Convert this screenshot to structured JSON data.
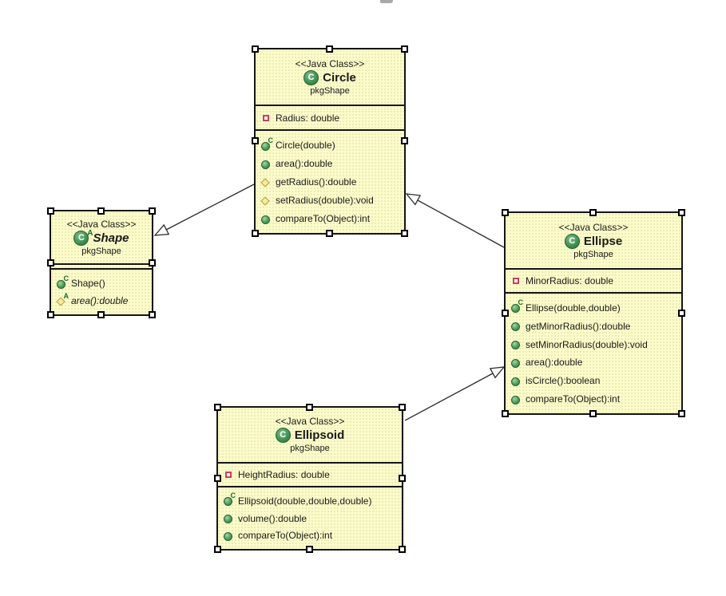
{
  "diagram": {
    "classes": [
      {
        "id": "circle",
        "stereotype": "<<Java Class>>",
        "name": "Circle",
        "package": "pkgShape",
        "abstract": false,
        "attributes": [
          {
            "icon": "private-field-icon",
            "text": "Radius: double"
          }
        ],
        "methods": [
          {
            "icon": "constructor-icon",
            "text": "Circle(double)"
          },
          {
            "icon": "public-method-icon",
            "text": "area():double"
          },
          {
            "icon": "protected-method-icon",
            "text": "getRadius():double"
          },
          {
            "icon": "protected-method-icon",
            "text": "setRadius(double):void"
          },
          {
            "icon": "public-method-icon",
            "text": "compareTo(Object):int"
          }
        ]
      },
      {
        "id": "shape",
        "stereotype": "<<Java Class>>",
        "name": "Shape",
        "package": "pkgShape",
        "abstract": true,
        "attributes": [],
        "methods": [
          {
            "icon": "constructor-icon",
            "text": "Shape()"
          },
          {
            "icon": "abstract-method-icon",
            "text": "area():double",
            "abstract": true
          }
        ]
      },
      {
        "id": "ellipse",
        "stereotype": "<<Java Class>>",
        "name": "Ellipse",
        "package": "pkgShape",
        "abstract": false,
        "attributes": [
          {
            "icon": "private-field-icon",
            "text": "MinorRadius: double"
          }
        ],
        "methods": [
          {
            "icon": "constructor-icon",
            "text": "Ellipse(double,double)"
          },
          {
            "icon": "public-method-icon",
            "text": "getMinorRadius():double"
          },
          {
            "icon": "public-method-icon",
            "text": "setMinorRadius(double):void"
          },
          {
            "icon": "public-method-icon",
            "text": "area():double"
          },
          {
            "icon": "public-method-icon",
            "text": "isCircle():boolean"
          },
          {
            "icon": "public-method-icon",
            "text": "compareTo(Object):int"
          }
        ]
      },
      {
        "id": "ellipsoid",
        "stereotype": "<<Java Class>>",
        "name": "Ellipsoid",
        "package": "pkgShape",
        "abstract": false,
        "attributes": [
          {
            "icon": "private-field-icon",
            "text": "HeightRadius: double"
          }
        ],
        "methods": [
          {
            "icon": "constructor-icon",
            "text": "Ellipsoid(double,double,double)"
          },
          {
            "icon": "public-method-icon",
            "text": "volume():double"
          },
          {
            "icon": "public-method-icon",
            "text": "compareTo(Object):int"
          }
        ]
      }
    ],
    "relations": [
      {
        "type": "generalization",
        "from": "Circle",
        "to": "Shape"
      },
      {
        "type": "generalization",
        "from": "Ellipse",
        "to": "Circle"
      },
      {
        "type": "generalization",
        "from": "Ellipsoid",
        "to": "Ellipse"
      }
    ]
  },
  "icons": {
    "class_letter": "C",
    "constructor_badge": "C",
    "abstract_badge": "A"
  },
  "colors": {
    "box_fill": "#fcfccb",
    "box_border": "#151515",
    "class_icon_green": "#3f8f4f",
    "public_method_green": "#4f9e58",
    "protected_diamond_yellow": "#f6eaa2",
    "private_field_red": "#c5425c",
    "arrow_stroke": "#2b2b2b",
    "text": "#1a1a1a"
  }
}
